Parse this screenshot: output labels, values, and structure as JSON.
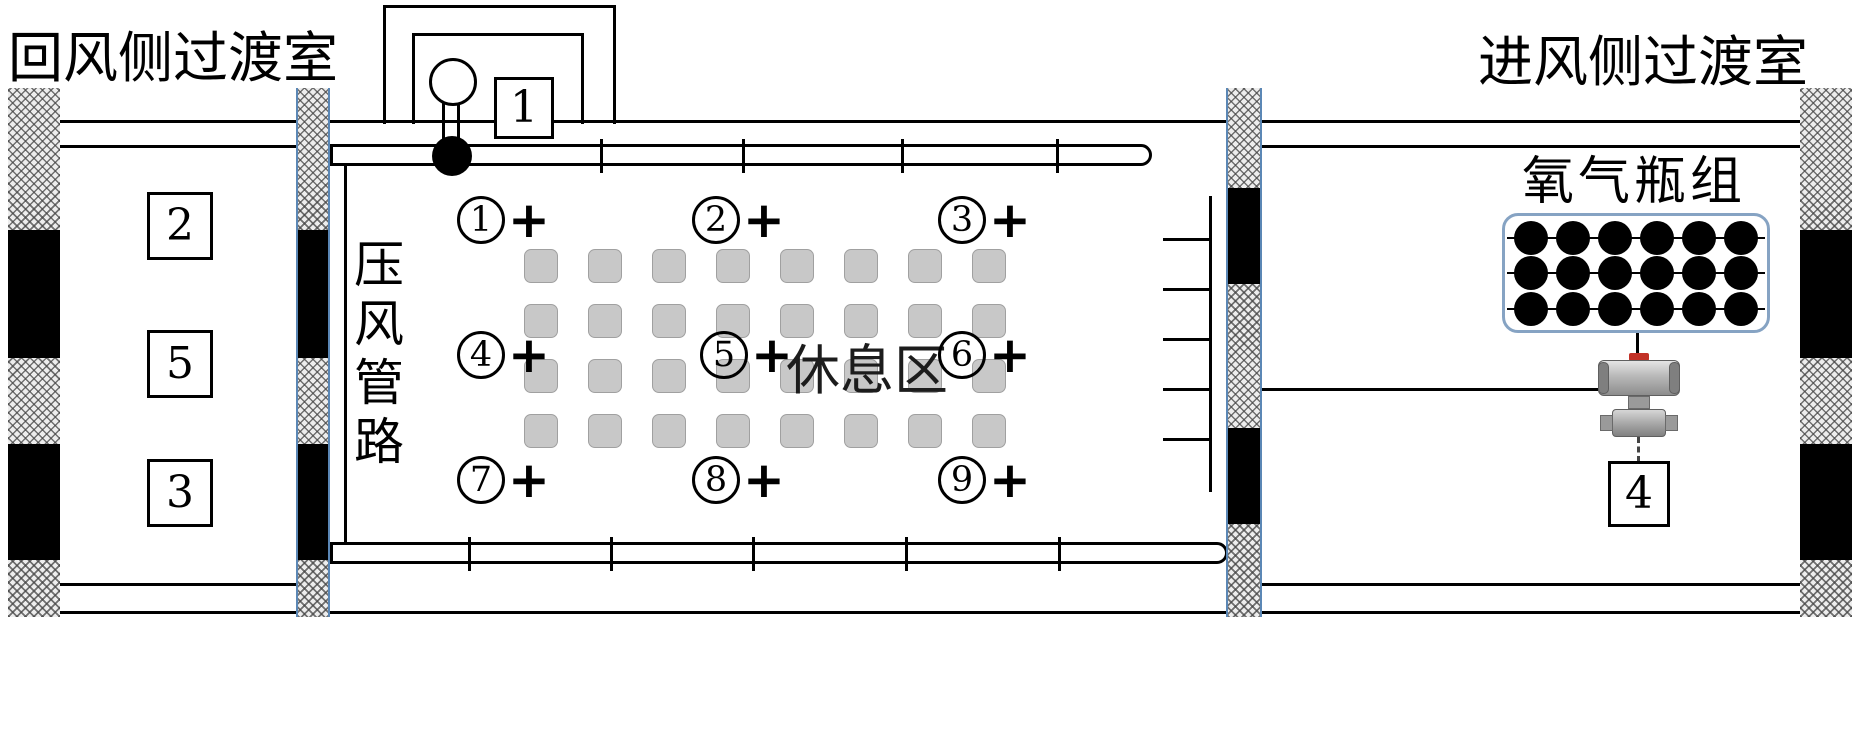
{
  "labels": {
    "return_air_transition_room": "回风侧过渡室",
    "inlet_air_transition_room": "进风侧过渡室",
    "oxygen_cylinder_group": "氧气瓶组",
    "compressed_air_pipeline": "压风管路",
    "rest_area": "休息区"
  },
  "equipment_boxes": {
    "box_1": "1",
    "box_2": "2",
    "box_3": "3",
    "box_4": "4",
    "box_5": "5"
  },
  "measurement_points": [
    {
      "num": "1",
      "marker": "+"
    },
    {
      "num": "2",
      "marker": "+"
    },
    {
      "num": "3",
      "marker": "+"
    },
    {
      "num": "4",
      "marker": "+"
    },
    {
      "num": "5",
      "marker": "+"
    },
    {
      "num": "6",
      "marker": "+"
    },
    {
      "num": "7",
      "marker": "+"
    },
    {
      "num": "8",
      "marker": "+"
    },
    {
      "num": "9",
      "marker": "+"
    }
  ],
  "seating": {
    "rows": 4,
    "cols": 8
  },
  "oxygen_group": {
    "rows": 3,
    "cols": 6
  },
  "colors": {
    "line": "#000000",
    "seat_fill": "#c8c8c8",
    "oxygen_box_border": "#86a3c3",
    "wall_edge_blue": "#5b87b5",
    "valve_red": "#c23126"
  }
}
